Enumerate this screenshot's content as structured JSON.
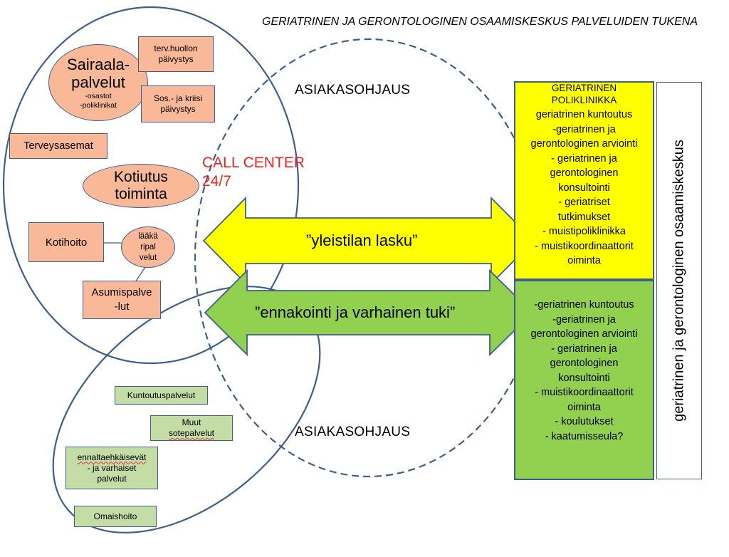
{
  "title": "GERIATRINEN JA GERONTOLOGINEN OSAAMISKESKUS PALVELUIDEN TUKENA",
  "labels": {
    "asiakasohjaus_top": "ASIAKASOHJAUS",
    "asiakasohjaus_bottom": "ASIAKASOHJAUS",
    "call_center_line1": "CALL CENTER",
    "call_center_line2": "24/7"
  },
  "arrows": {
    "yellow": "”yleistilan lasku”",
    "green": "”ennakointi ja varhainen tuki”"
  },
  "upper_services": {
    "sairaala_line1": "Sairaala-",
    "sairaala_line2": "palvelut",
    "sairaala_sub1": "-osastot",
    "sairaala_sub2": "-poliklinikat",
    "terv_line1": "terv.huollon",
    "terv_line2": "päivystys",
    "sos_line1": "Sos.- ja kriisi",
    "sos_line2": "päivystys",
    "terveysasemat": "Terveysasemat",
    "kotiutus_line1": "Kotiutus",
    "kotiutus_line2": "toiminta",
    "kotihoito": "Kotihoito",
    "laaka_line1": "lääkä",
    "laaka_line2": "ripal",
    "laaka_line3": "velut",
    "asumis_line1": "Asumispalve",
    "asumis_line2": "-lut"
  },
  "lower_services": {
    "kuntoutus": "Kuntoutuspalvelut",
    "muut_line1": "Muut",
    "muut_line2": "sotepalvelut",
    "ennalta_line1": "ennaltaehkäisevät",
    "ennalta_line2": "- ja varhaiset",
    "ennalta_line3": "palvelut",
    "omaishoito": "Omaishoito"
  },
  "yellow_panel": [
    "GERIATRINEN",
    "POLIKLINIKKA",
    "geriatrinen kuntoutus",
    "-geriatrinen ja",
    "gerontologinen arviointi",
    "-   geriatrinen ja",
    "gerontologinen",
    "konsultointi",
    "-   geriatriset",
    "tutkimukset",
    "-   muistipoliklinikka",
    "-   muistikoordinaattorit",
    "oiminta"
  ],
  "green_panel": [
    "-geriatrinen kuntoutus",
    "-geriatrinen ja",
    "gerontologinen arviointi",
    "-   geriatrinen ja",
    "gerontologinen",
    "konsultointi",
    "-   muistikoordinaattorit",
    "oiminta",
    "-   koulutukset",
    "-   kaatumisseula?"
  ],
  "vertical_label": "geriatrinen ja gerontologinen osaamiskeskus",
  "colors": {
    "outline": "#3e5f8a",
    "salmon": "#f9b898",
    "light_green": "#c4dca6",
    "yellow": "#ffff00",
    "green": "#92d050",
    "call_center_red": "#e22222"
  }
}
